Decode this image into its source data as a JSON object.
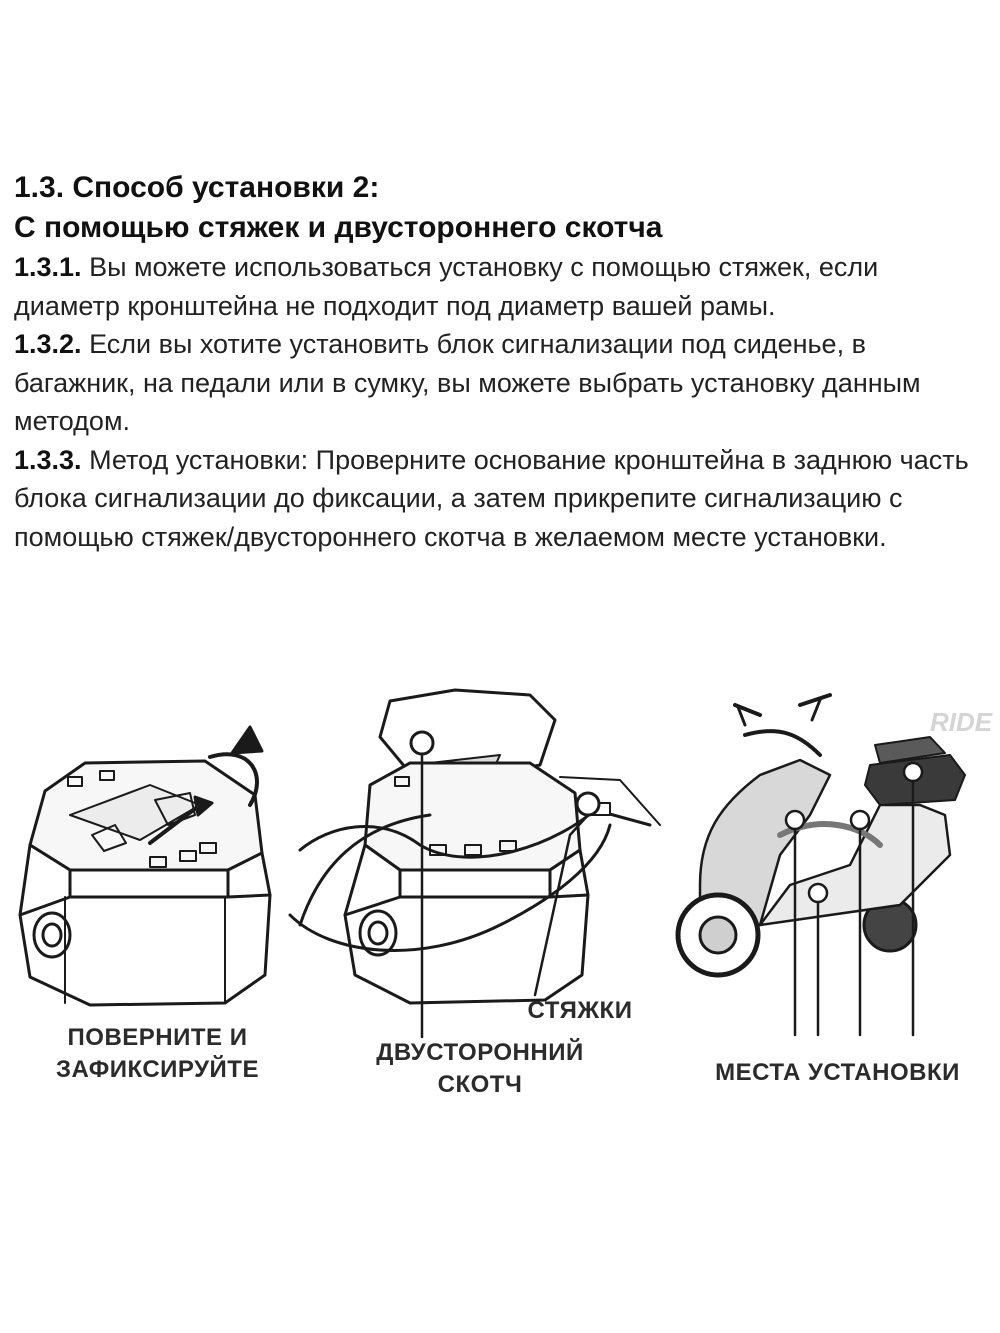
{
  "section": {
    "title_line1": "1.3. Способ установки 2:",
    "title_line2": "С помощью стяжек и двустороннего скотча"
  },
  "items": [
    {
      "number": "1.3.1.",
      "text": " Вы можете использоваться установку с помощью стяжек, если диаметр кронштейна не подходит под диаметр вашей рамы."
    },
    {
      "number": "1.3.2.",
      "text": " Если вы хотите установить блок сигнализации под сиденье, в багажник, на педали или в сумку, вы можете выбрать установку данным методом."
    },
    {
      "number": "1.3.3.",
      "text": " Метод установки: Проверните основание кронштейна в заднюю часть блока сигнализации до фиксации, а затем прикрепите сигнализацию с помощью стяжек/двустороннего скотча в желаемом месте установки."
    }
  ],
  "figure": {
    "caption_rotate_line1": "ПОВЕРНИТЕ И",
    "caption_rotate_line2": "ЗАФИКСИРУЙТЕ",
    "caption_ties": "СТЯЖКИ",
    "caption_tape_line1": "ДВУСТОРОННИЙ",
    "caption_tape_line2": "СКОТЧ",
    "caption_places": "МЕСТА УСТАНОВКИ",
    "watermark": "RIDE"
  }
}
